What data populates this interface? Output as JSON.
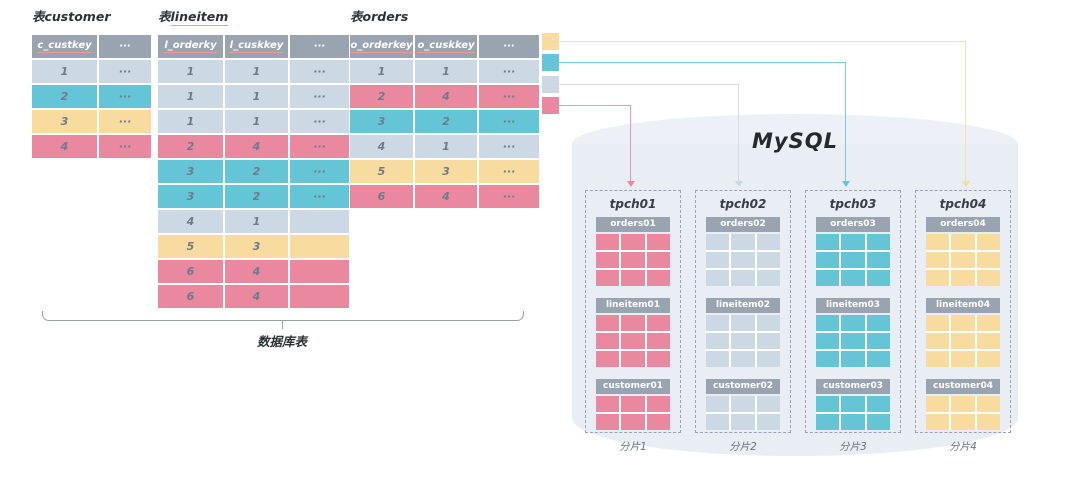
{
  "colors": {
    "lightblue": "#ccd8e3",
    "teal": "#64c5d6",
    "yellow": "#f8db9e",
    "pink": "#e9889f",
    "header_gray": "#9aa4b0",
    "underline_red": "#f4989c",
    "cylinder_fill": "#e9edf4"
  },
  "source_tables": [
    {
      "title": "表customer",
      "title_underlined": false,
      "columns": [
        {
          "label": "c_custkey",
          "underlined": true
        },
        {
          "label": "···",
          "underlined": false
        }
      ],
      "rows": [
        {
          "color": "lightblue",
          "cells": [
            "1",
            "···"
          ]
        },
        {
          "color": "teal",
          "cells": [
            "2",
            "···"
          ]
        },
        {
          "color": "yellow",
          "cells": [
            "3",
            "···"
          ]
        },
        {
          "color": "pink",
          "cells": [
            "4",
            "···"
          ]
        }
      ]
    },
    {
      "title": "表lineitem",
      "title_underlined": true,
      "columns": [
        {
          "label": "l_orderky",
          "underlined": true
        },
        {
          "label": "l_cuskkey",
          "underlined": true
        },
        {
          "label": "···",
          "underlined": false
        }
      ],
      "rows": [
        {
          "color": "lightblue",
          "cells": [
            "1",
            "1",
            "···"
          ]
        },
        {
          "color": "lightblue",
          "cells": [
            "1",
            "1",
            "···"
          ]
        },
        {
          "color": "lightblue",
          "cells": [
            "1",
            "1",
            "···"
          ]
        },
        {
          "color": "pink",
          "cells": [
            "2",
            "4",
            "···"
          ]
        },
        {
          "color": "teal",
          "cells": [
            "3",
            "2",
            "···"
          ]
        },
        {
          "color": "teal",
          "cells": [
            "3",
            "2",
            "···"
          ]
        },
        {
          "color": "lightblue",
          "cells": [
            "4",
            "1",
            ""
          ]
        },
        {
          "color": "yellow",
          "cells": [
            "5",
            "3",
            ""
          ]
        },
        {
          "color": "pink",
          "cells": [
            "6",
            "4",
            ""
          ]
        },
        {
          "color": "pink",
          "cells": [
            "6",
            "4",
            ""
          ]
        }
      ]
    },
    {
      "title": "表orders",
      "title_underlined": false,
      "columns": [
        {
          "label": "o_orderkey",
          "underlined": true
        },
        {
          "label": "o_cuskkey",
          "underlined": true
        },
        {
          "label": "···",
          "underlined": false
        }
      ],
      "rows": [
        {
          "color": "lightblue",
          "cells": [
            "1",
            "1",
            "···"
          ]
        },
        {
          "color": "pink",
          "cells": [
            "2",
            "4",
            "···"
          ]
        },
        {
          "color": "teal",
          "cells": [
            "3",
            "2",
            "···"
          ]
        },
        {
          "color": "lightblue",
          "cells": [
            "4",
            "1",
            "···"
          ]
        },
        {
          "color": "yellow",
          "cells": [
            "5",
            "3",
            "···"
          ]
        },
        {
          "color": "pink",
          "cells": [
            "6",
            "4",
            "···"
          ]
        }
      ]
    }
  ],
  "brace_label": "数据库表",
  "legend_mappings": [
    {
      "color": "yellow",
      "target": "tpch04"
    },
    {
      "color": "teal",
      "target": "tpch03"
    },
    {
      "color": "lightblue",
      "target": "tpch02"
    },
    {
      "color": "pink",
      "target": "tpch01"
    }
  ],
  "database": {
    "title": "MySQL",
    "shards": [
      {
        "title": "tpch01",
        "color": "pink",
        "label": "分片1",
        "tables": [
          {
            "name": "orders01",
            "rows": 3,
            "cols": 3
          },
          {
            "name": "lineitem01",
            "rows": 3,
            "cols": 3
          },
          {
            "name": "customer01",
            "rows": 2,
            "cols": 3
          }
        ]
      },
      {
        "title": "tpch02",
        "color": "lightblue",
        "label": "分片2",
        "tables": [
          {
            "name": "orders02",
            "rows": 3,
            "cols": 3
          },
          {
            "name": "lineitem02",
            "rows": 3,
            "cols": 3
          },
          {
            "name": "customer02",
            "rows": 2,
            "cols": 3
          }
        ]
      },
      {
        "title": "tpch03",
        "color": "teal",
        "label": "分片3",
        "tables": [
          {
            "name": "orders03",
            "rows": 3,
            "cols": 3
          },
          {
            "name": "lineitem03",
            "rows": 3,
            "cols": 3
          },
          {
            "name": "customer03",
            "rows": 2,
            "cols": 3
          }
        ]
      },
      {
        "title": "tpch04",
        "color": "yellow",
        "label": "分片4",
        "tables": [
          {
            "name": "orders04",
            "rows": 3,
            "cols": 3
          },
          {
            "name": "lineitem04",
            "rows": 3,
            "cols": 3
          },
          {
            "name": "customer04",
            "rows": 2,
            "cols": 3
          }
        ]
      }
    ]
  }
}
